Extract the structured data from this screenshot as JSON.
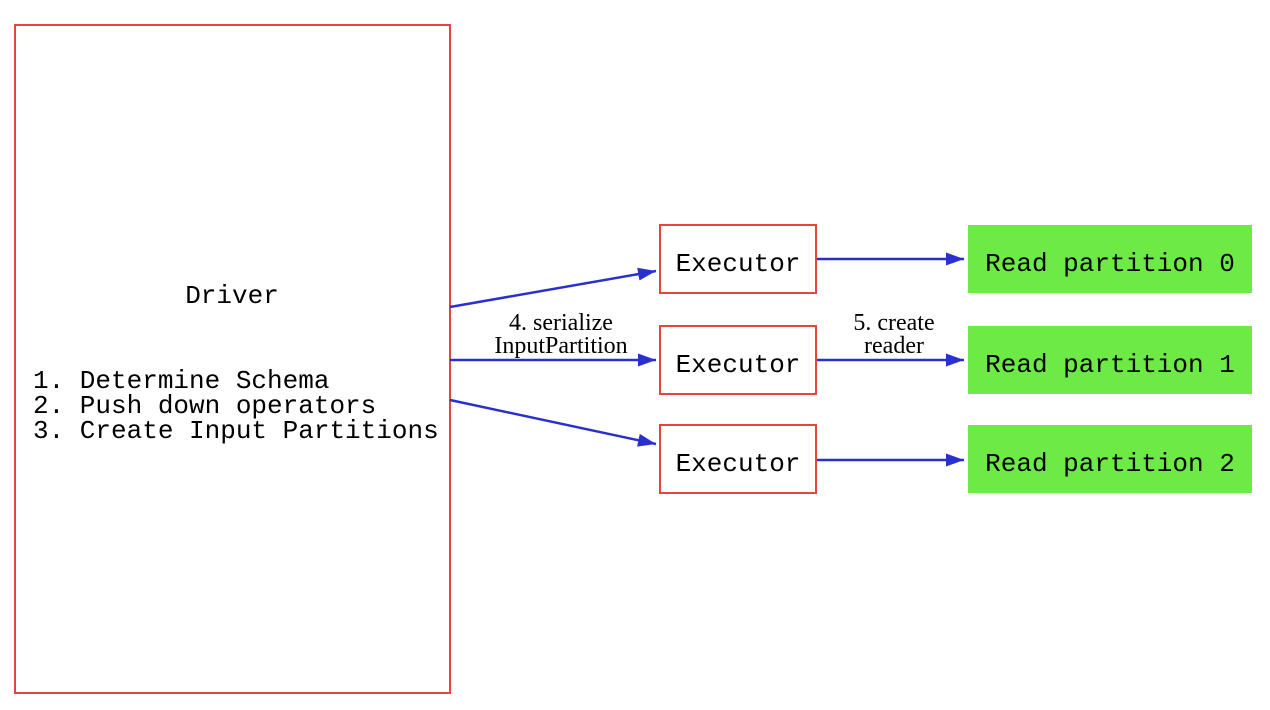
{
  "diagram": {
    "driver": {
      "title": "Driver",
      "steps": [
        "1. Determine Schema",
        "2. Push down operators",
        "3. Create Input Partitions"
      ]
    },
    "executors": [
      {
        "label": "Executor"
      },
      {
        "label": "Executor"
      },
      {
        "label": "Executor"
      }
    ],
    "partitions": [
      {
        "label": "Read partition 0"
      },
      {
        "label": "Read partition 1"
      },
      {
        "label": "Read partition 2"
      }
    ],
    "edge_labels": {
      "serialize": {
        "line1": "4. serialize",
        "line2": "InputPartition"
      },
      "create_reader": {
        "line1": "5. create",
        "line2": "reader"
      }
    }
  },
  "colors": {
    "border_red": "#e5453a",
    "arrow_blue": "#2a30cc",
    "partition_green": "#6eea47",
    "text_black": "#000000",
    "background_white": "#ffffff"
  }
}
